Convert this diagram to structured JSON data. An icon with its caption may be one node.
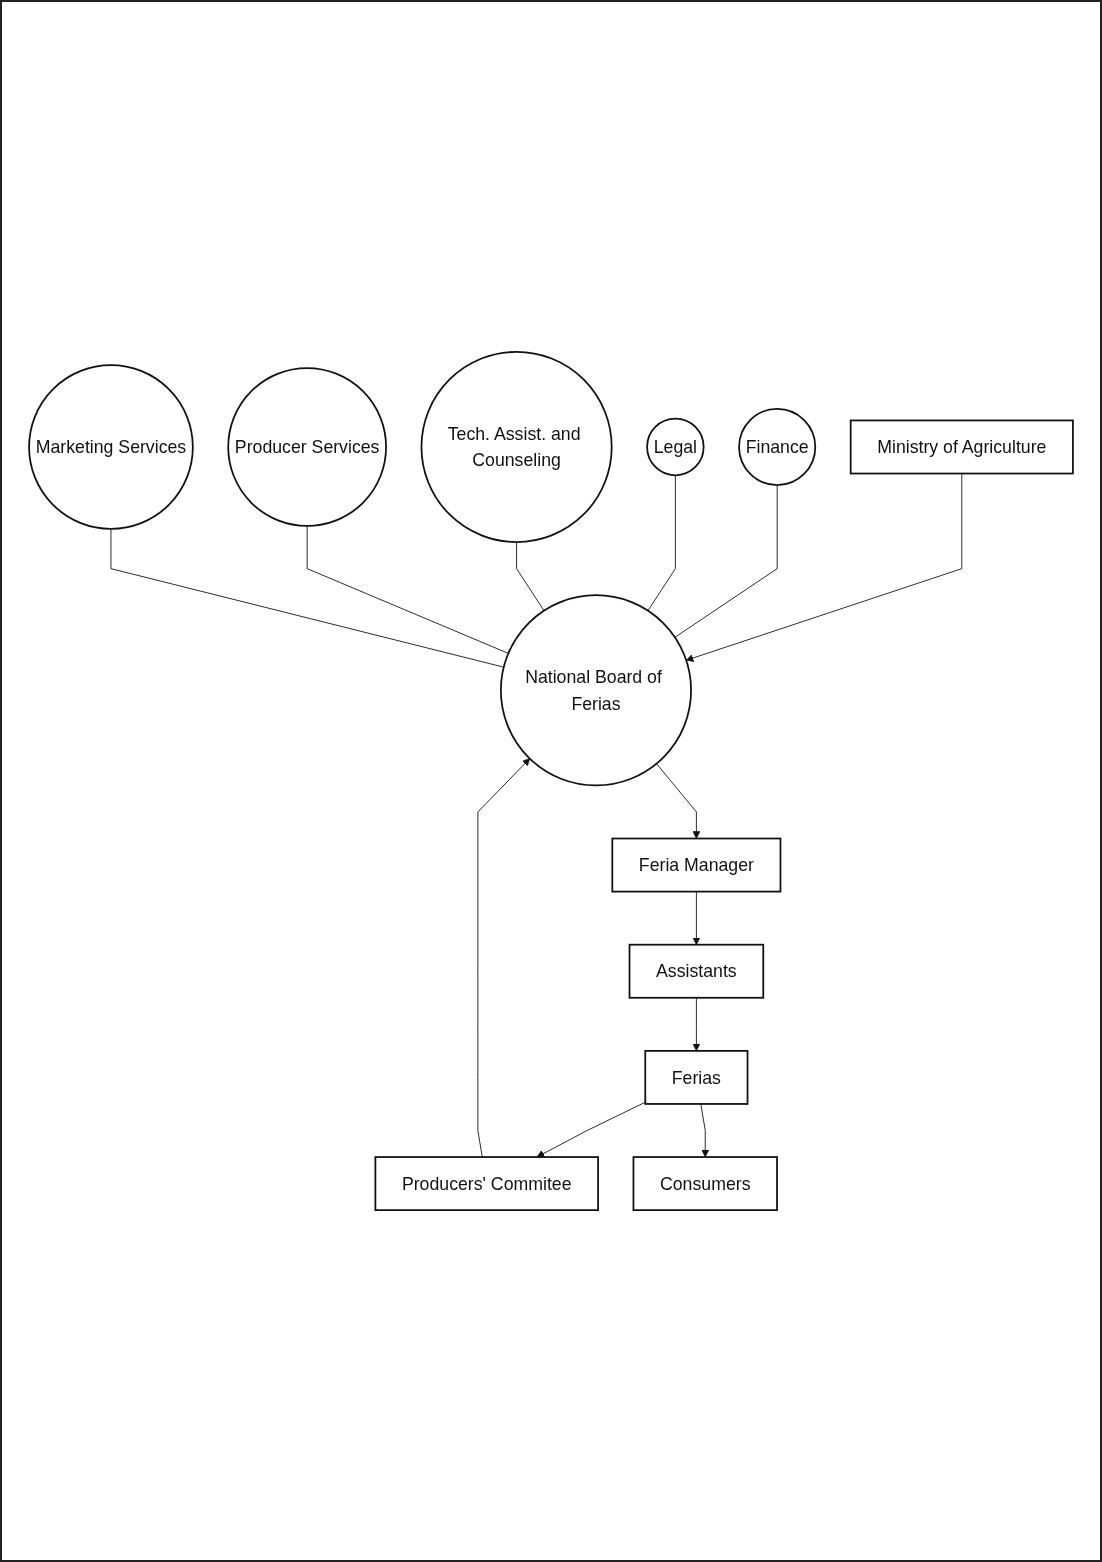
{
  "diagram": {
    "nodes": [
      {
        "text": [
          "Ministry of Agriculture"
        ]
      },
      {
        "text": [
          "Finance"
        ]
      },
      {
        "text": [
          "Legal"
        ]
      },
      {
        "text": [
          "National Board of Ferias"
        ]
      },
      {
        "text": [
          "Tech. Assist. and Counseling"
        ]
      },
      {
        "text": [
          "Producer Services"
        ]
      },
      {
        "text": [
          "Marketing Services"
        ]
      },
      {
        "text": [
          "Feria Manager"
        ]
      },
      {
        "text": [
          "Assistants"
        ]
      },
      {
        "text": [
          "Ferias"
        ]
      },
      {
        "text": [
          "Producers' Commitee"
        ]
      },
      {
        "text": [
          "Consumers"
        ]
      }
    ],
    "edges": [
      {
        "from": 0,
        "to": 3,
        "arrow": "to"
      },
      {
        "from": 1,
        "to": 3,
        "arrow": "none"
      },
      {
        "from": 2,
        "to": 3,
        "arrow": "none"
      },
      {
        "from": 4,
        "to": 3,
        "arrow": "none"
      },
      {
        "from": 5,
        "to": 3,
        "arrow": "none"
      },
      {
        "from": 6,
        "to": 3,
        "arrow": "none"
      },
      {
        "from": 3,
        "to": 7,
        "arrow": "to"
      },
      {
        "from": 7,
        "to": 8,
        "arrow": "to"
      },
      {
        "from": 8,
        "to": 9,
        "arrow": "to"
      },
      {
        "from": 9,
        "to": 10,
        "arrow": "to"
      },
      {
        "from": 10,
        "to": 3,
        "arrow": "to"
      },
      {
        "from": 9,
        "to": 11,
        "arrow": "to"
      }
    ]
  }
}
